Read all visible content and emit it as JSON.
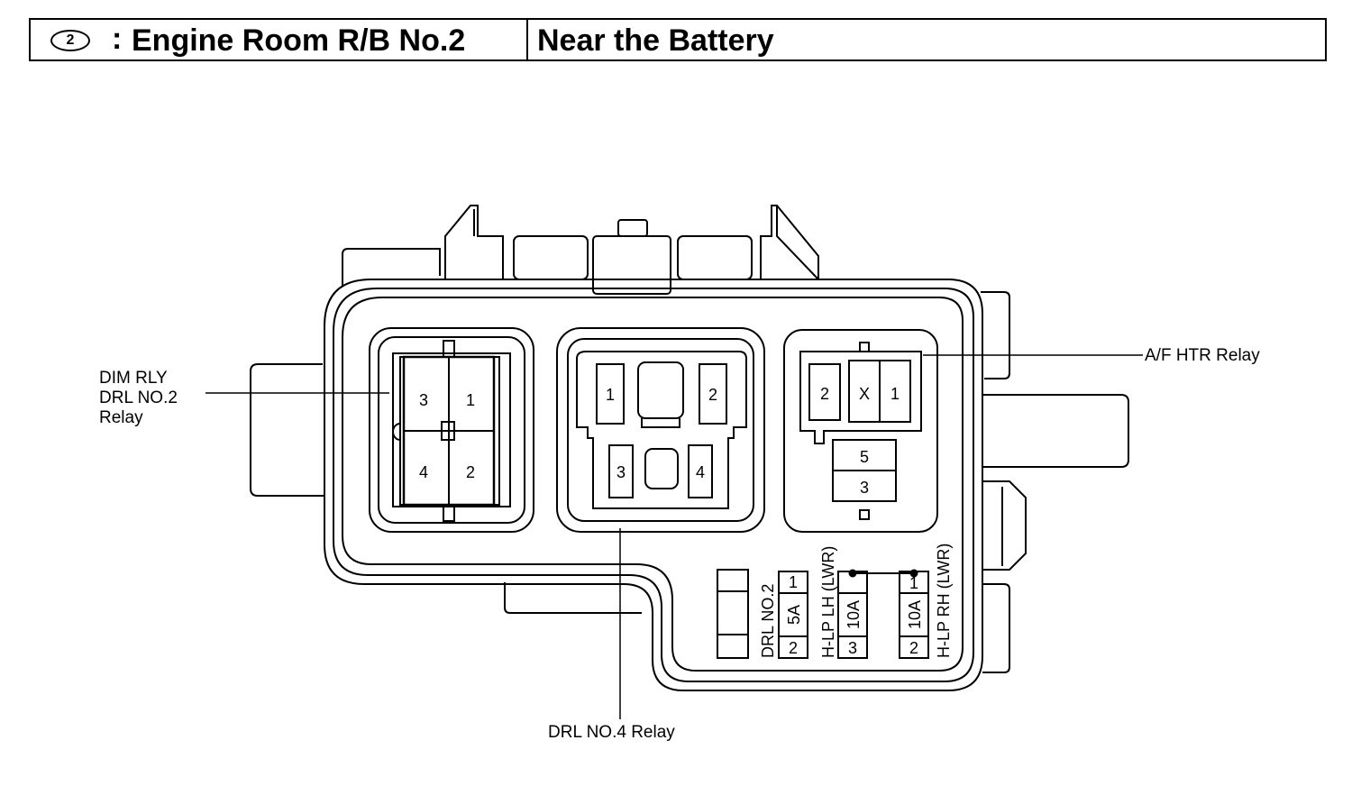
{
  "header": {
    "location_number": "2",
    "location_name": "Engine Room R/B No.2",
    "location_desc": "Near the Battery"
  },
  "callouts": {
    "dim_relay": [
      "DIM RLY",
      "DRL NO.2",
      "Relay"
    ],
    "af_htr_relay": "A/F HTR Relay",
    "drl_no4_relay": "DRL NO.4 Relay"
  },
  "relay_left": {
    "pins": [
      "3",
      "1",
      "4",
      "2"
    ]
  },
  "relay_center": {
    "pins": [
      "1",
      "2",
      "3",
      "4"
    ]
  },
  "relay_right": {
    "top_pins": [
      "2",
      "X",
      "1"
    ],
    "bottom_pins": [
      "5",
      "3"
    ]
  },
  "fuses": {
    "drl_no2": {
      "name": "DRL NO.2",
      "amp": "5A",
      "pin_top": "1",
      "pin_bottom": "2"
    },
    "hlp_lh": {
      "name": "H-LP LH (LWR)",
      "amp": "10A",
      "pin_bottom": "3"
    },
    "hlp_rh": {
      "name": "H-LP RH (LWR)",
      "amp": "10A",
      "pin_top": "1",
      "pin_bottom": "2"
    }
  }
}
